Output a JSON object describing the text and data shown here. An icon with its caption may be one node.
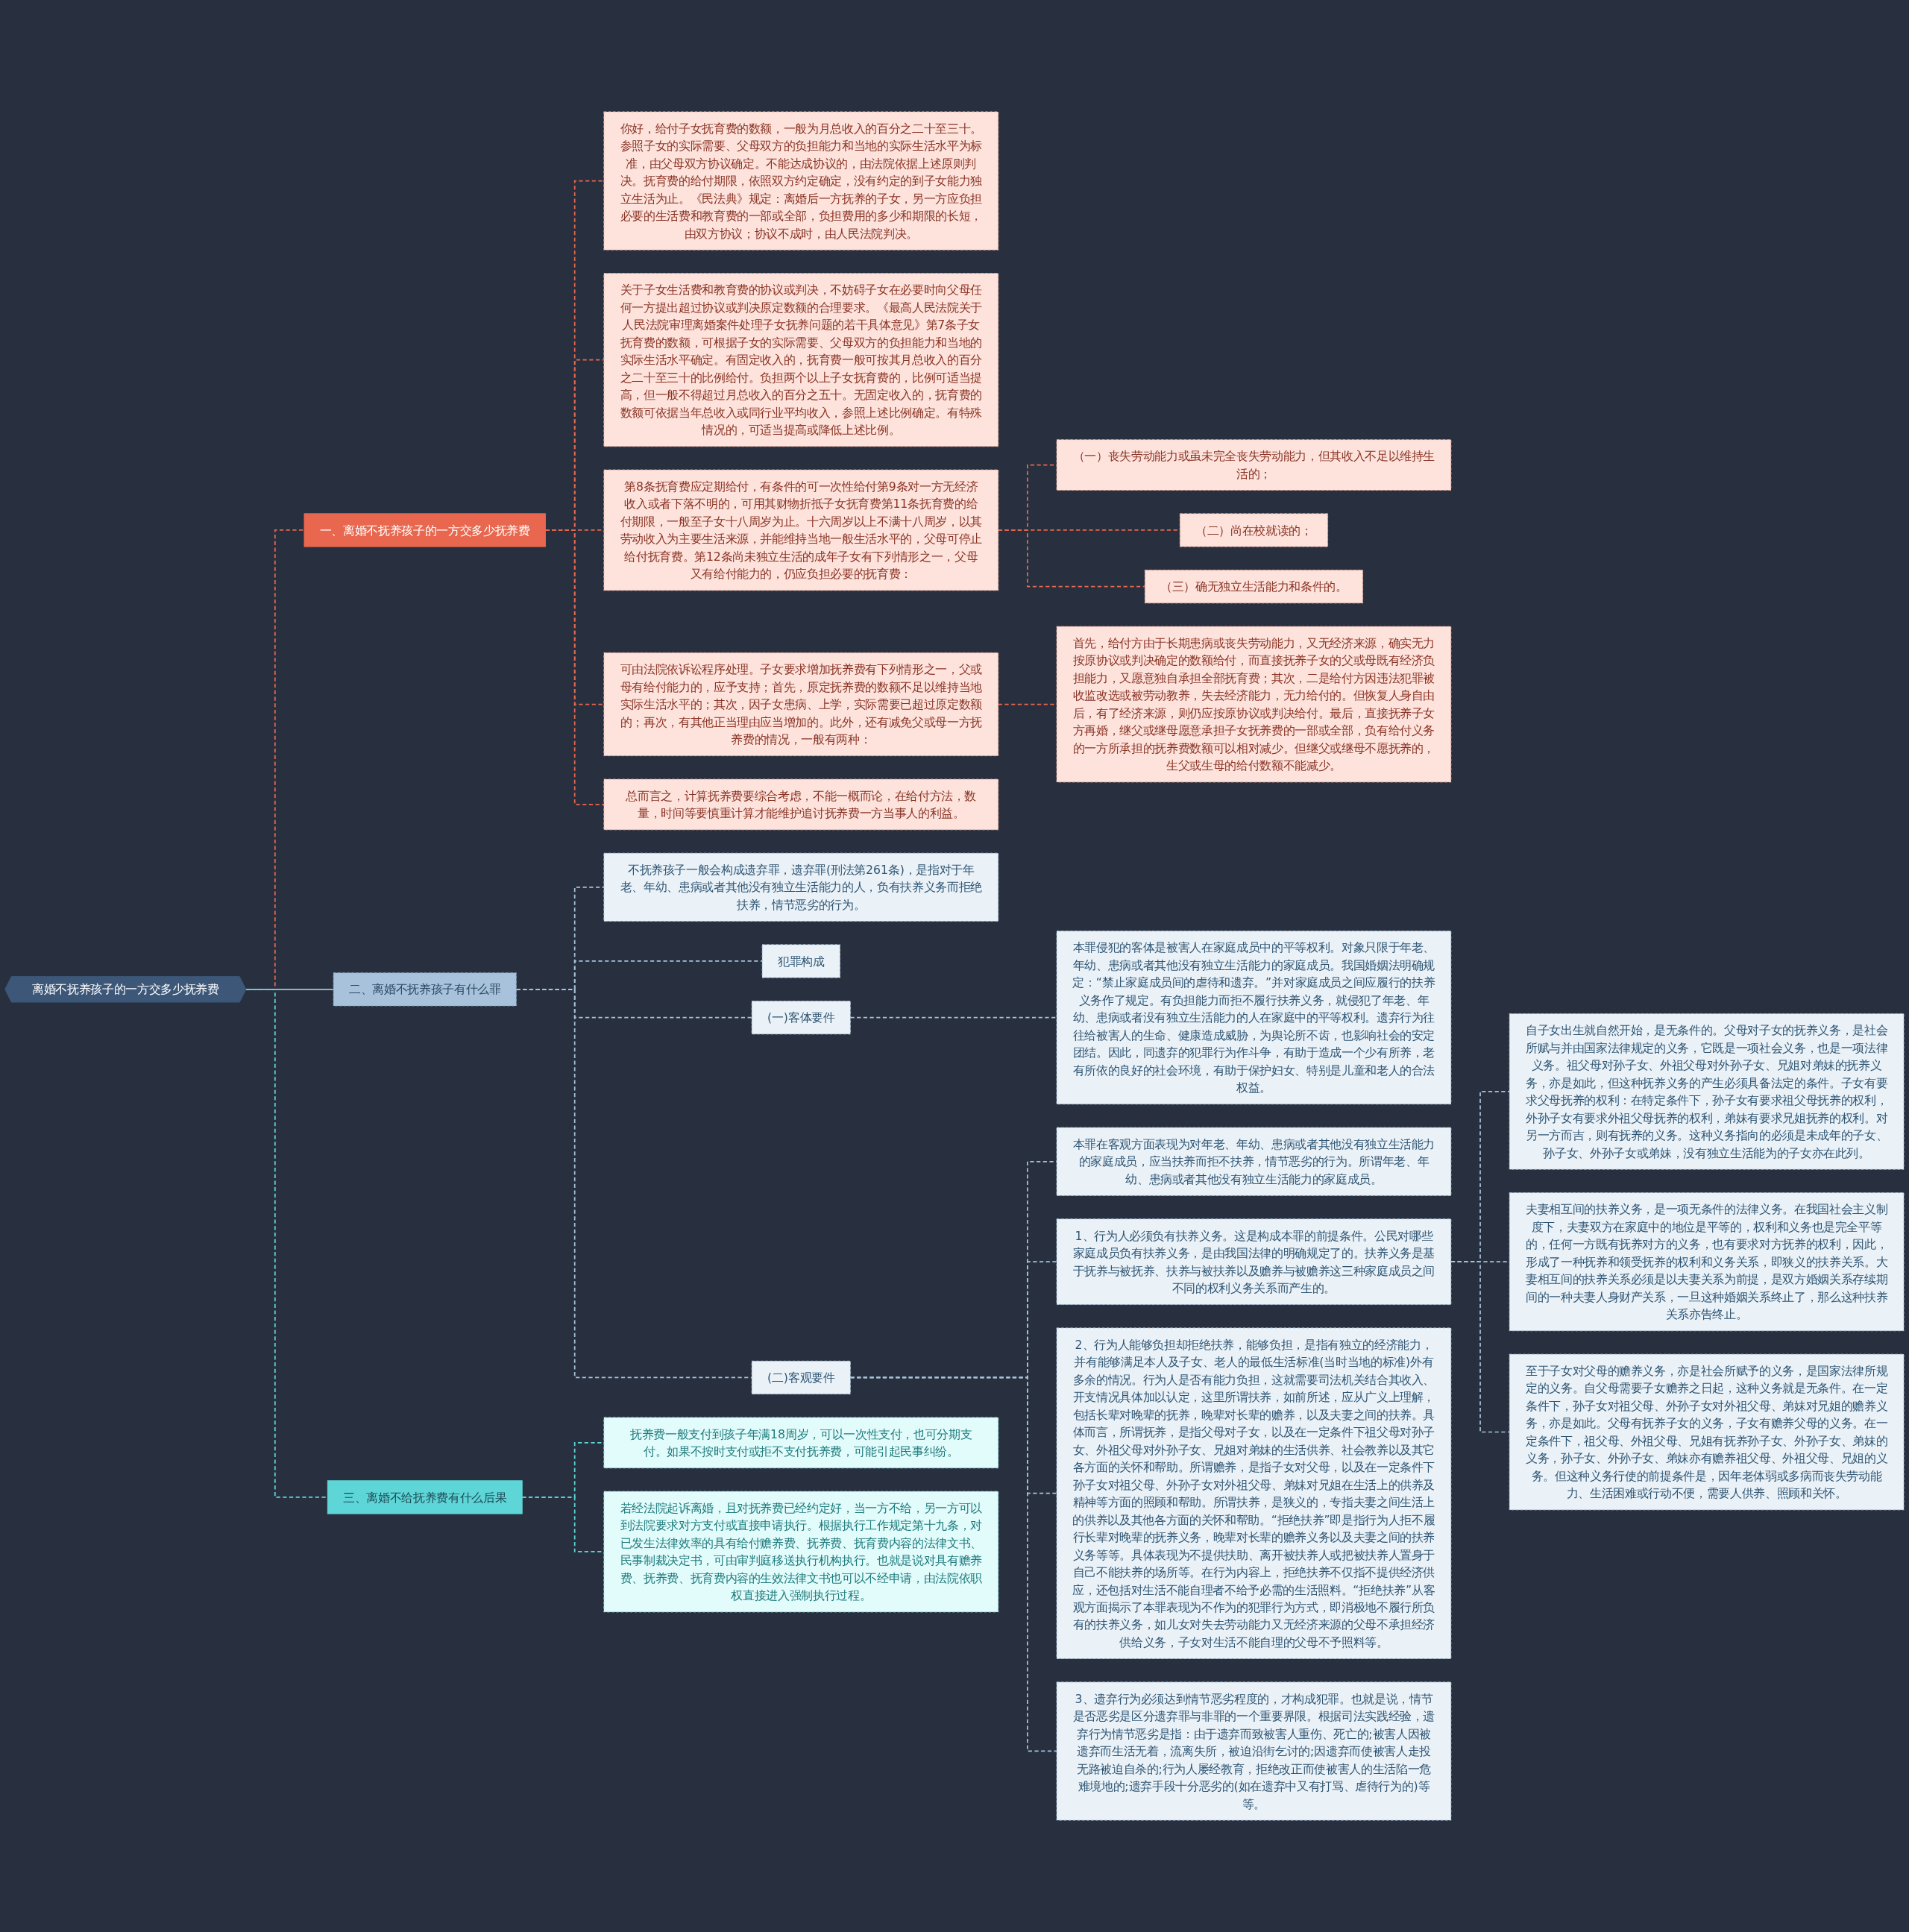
{
  "diagram": {
    "nodes": [
      {
        "text": [
          "离婚不抚养孩子的一方交多少抚养费"
        ]
      },
      {
        "text": [
          "一、离婚不抚养孩子的一方交多少抚养费"
        ]
      },
      {
        "text": [
          "你好，给付子女抚育费的数额，一般为月总收入的百分之二十至三十。参照子女的实际需要、父母双方的负担能力和当地的实际生活水平为标准，由父母双方协议确定。不能达成协议的，由法院依据上述原则判决。抚育费的给付期限，依照双方约定确定，没有约定的到子女能力独立生活为止。《民法典》规定：离婚后一方抚养的子女，另一方应负担必要的生活费和教育费的一部或全部，负担费用的多少和期限的长短，由双方协议；协议不成时，由人民法院判决。"
        ]
      },
      {
        "text": [
          "关于子女生活费和教育费的协议或判决，不妨碍子女在必要时向父母任何一方提出超过协议或判决原定数额的合理要求。《最高人民法院关于人民法院审理离婚案件处理子女抚养问题的若干具体意见》第7条子女抚育费的数额，可根据子女的实际需要、父母双方的负担能力和当地的实际生活水平确定。有固定收入的，抚育费一般可按其月总收入的百分之二十至三十的比例给付。负担两个以上子女抚育费的，比例可适当提高，但一般不得超过月总收入的百分之五十。无固定收入的，抚育费的数额可依据当年总收入或同行业平均收入，参照上述比例确定。有特殊情况的，可适当提高或降低上述比例。"
        ]
      },
      {
        "text": [
          "第8条抚育费应定期给付，有条件的可一次性给付第9条对一方无经济收入或者下落不明的，可用其财物折抵子女抚育费第11条抚育费的给付期限，一般至子女十八周岁为止。十六周岁以上不满十八周岁，以其劳动收入为主要生活来源，并能维持当地一般生活水平的，父母可停止给付抚育费。第12条尚未独立生活的成年子女有下列情形之一，父母又有给付能力的，仍应负担必要的抚育费："
        ]
      },
      {
        "text": [
          "（一）丧失劳动能力或虽未完全丧失劳动能力，但其收入不足以维持生活的；"
        ]
      },
      {
        "text": [
          "（二）尚在校就读的；"
        ]
      },
      {
        "text": [
          "（三）确无独立生活能力和条件的。"
        ]
      },
      {
        "text": [
          "可由法院依诉讼程序处理。子女要求增加抚养费有下列情形之一，父或母有给付能力的，应予支持；首先，原定抚养费的数额不足以维持当地实际生活水平的；其次，因子女患病、上学，实际需要已超过原定数额的；再次，有其他正当理由应当增加的。此外，还有减免父或母一方抚养费的情况，一般有两种："
        ]
      },
      {
        "text": [
          "首先，给付方由于长期患病或丧失劳动能力，又无经济来源，确实无力按原协议或判决确定的数额给付，而直接抚养子女的父或母既有经济负担能力，又愿意独自承担全部抚育费；其次，二是给付方因违法犯罪被收监改选或被劳动教养，失去经济能力，无力给付的。但恢复人身自由后，有了经济来源，则仍应按原协议或判决给付。最后，直接抚养子女方再婚，继父或继母愿意承担子女抚养费的一部或全部，负有给付义务的一方所承担的抚养费数额可以相对减少。但继父或继母不愿抚养的，生父或生母的给付数额不能减少。"
        ]
      },
      {
        "text": [
          "总而言之，计算抚养费要综合考虑，不能一概而论，在给付方法，数量，时间等要慎重计算才能维护追讨抚养费一方当事人的利益。"
        ]
      },
      {
        "text": [
          "二、离婚不抚养孩子有什么罪"
        ]
      },
      {
        "text": [
          "不抚养孩子一般会构成遗弃罪，遗弃罪(刑法第261条)，是指对于年老、年幼、患病或者其他没有独立生活能力的人，负有扶养义务而拒绝扶养，情节恶劣的行为。"
        ]
      },
      {
        "text": [
          "犯罪构成"
        ]
      },
      {
        "text": [
          "(一)客体要件"
        ]
      },
      {
        "text": [
          "本罪侵犯的客体是被害人在家庭成员中的平等权利。对象只限于年老、年幼、患病或者其他没有独立生活能力的家庭成员。我国婚姻法明确规定：“禁止家庭成员间的虐待和遗弃。”并对家庭成员之间应履行的扶养义务作了规定。有负担能力而拒不履行扶养义务，就侵犯了年老、年幼、患病或者没有独立生活能力的人在家庭中的平等权利。遗弃行为往往给被害人的生命、健康造成威胁，为舆论所不齿，也影响社会的安定团结。因此，同遗弃的犯罪行为作斗争，有助于造成一个少有所养，老有所依的良好的社会环境，有助于保护妇女、特别是儿童和老人的合法权益。"
        ]
      },
      {
        "text": [
          "(二)客观要件"
        ]
      },
      {
        "text": [
          "本罪在客观方面表现为对年老、年幼、患病或者其他没有独立生活能力的家庭成员，应当扶养而拒不扶养，情节恶劣的行为。所谓年老、年幼、患病或者其他没有独立生活能力的家庭成员。"
        ]
      },
      {
        "text": [
          "1、行为人必须负有扶养义务。这是构成本罪的前提条件。公民对哪些家庭成员负有扶养义务，是由我国法律的明确规定了的。扶养义务是基于抚养与被抚养、扶养与被扶养以及赡养与被赡养这三种家庭成员之间不同的权利义务关系而产生的。"
        ]
      },
      {
        "text": [
          "自子女出生就自然开始，是无条件的。父母对子女的抚养义务，是社会所赋与并由国家法律规定的义务，它既是一项社会义务，也是一项法律义务。祖父母对孙子女、外祖父母对外孙子女、兄姐对弟妹的抚养义务，亦是如此，但这种抚养义务的产生必须具备法定的条件。子女有要求父母抚养的权利：在特定条件下，孙子女有要求祖父母抚养的权利，外孙子女有要求外祖父母抚养的权利，弟妹有要求兄姐抚养的权利。对另一方而吉，则有抚养的义务。这种义务指向的必须是未成年的子女、孙子女、外孙子女或弟妹，没有独立生活能为的子女亦在此列。"
        ]
      },
      {
        "text": [
          "夫妻相互间的扶养义务，是一项无条件的法律义务。在我国社会主义制度下，夫妻双方在家庭中的地位是平等的，权利和义务也是完全平等的，任何一方既有抚养对方的义务，也有要求对方抚养的权利，因此，形成了一种抚养和领受抚养的权利和义务关系，即狭义的扶养关系。大妻相互间的扶养关系必须是以夫妻关系为前提，是双方婚姻关系存续期间的一种夫妻人身财产关系，一旦这种婚姻关系终止了，那么这种扶养关系亦告终止。"
        ]
      },
      {
        "text": [
          "至于子女对父母的赡养义务，亦是社会所赋予的义务，是国家法律所规定的义务。自父母需要子女赡养之日起，这种义务就是无条件。在一定条件下，孙子女对祖父母、外孙子女对外祖父母、弟妹对兄姐的赡养义务，亦是如此。父母有抚养子女的义务，子女有赡养父母的义务。在一定条件下，祖父母、外祖父母、兄姐有抚养孙子女、外孙子女、弟妹的义务，孙子女、外孙子女、弟妹亦有赡养祖父母、外祖父母、兄姐的义务。但这种义务行使的前提条件是，因年老体弱或多病而丧失劳动能力、生活困难或行动不便，需要人供养、照顾和关怀。"
        ]
      },
      {
        "text": [
          "2、行为人能够负担却拒绝扶养，能够负担，是指有独立的经济能力，并有能够满足本人及子女、老人的最低生活标准(当时当地的标准)外有多余的情况。行为人是否有能力负担，这就需要司法机关结合其收入、开支情况具体加以认定，这里所谓扶养，如前所述，应从广义上理解，包括长辈对晚辈的抚养，晚辈对长辈的赡养，以及夫妻之间的扶养。具体而言，所谓抚养，是指父母对子女，以及在一定条件下祖父母对孙子女、外祖父母对外孙子女、兄姐对弟妹的生活供养、社会教养以及其它各方面的关怀和帮助。所谓赡养，是指子女对父母，以及在一定条件下孙子女对祖父母、外孙子女对外祖父母、弟妹对兄姐在生活上的供养及精神等方面的照顾和帮助。所谓扶养，是狭义的，专指夫妻之间生活上的供养以及其他各方面的关怀和帮助。“拒绝扶养”即是指行为人拒不履行长辈对晚辈的抚养义务，晚辈对长辈的赡养义务以及夫妻之间的扶养义务等等。具体表现为不提供扶助、离开被扶养人或把被扶养人置身于自己不能扶养的场所等。在行为内容上，拒绝扶养不仅指不提供经济供应，还包括对生活不能自理者不给予必需的生活照料。“拒绝扶养”从客观方面揭示了本罪表现为不作为的犯罪行为方式，即消极地不履行所负有的扶养义务，如儿女对失去劳动能力又无经济来源的父母不承担经济供给义务，子女对生活不能自理的父母不予照料等。"
        ]
      },
      {
        "text": [
          "3、遗弃行为必须达到情节恶劣程度的，才构成犯罪。也就是说，情节是否恶劣是区分遗弃罪与非罪的一个重要界限。根据司法实践经验，遗弃行为情节恶劣是指：由于遗弃而致被害人重伤、死亡的;被害人因被遗弃而生活无着，流离失所，被迫沿街乞讨的;因遗弃而使被害人走投无路被迫自杀的;行为人屡经教育，拒绝改正而使被害人的生活陷一危难境地的;遗弃手段十分恶劣的(如在遗弃中又有打骂、虐待行为的)等等。"
        ]
      },
      {
        "text": [
          "三、离婚不给抚养费有什么后果"
        ]
      },
      {
        "text": [
          "抚养费一般支付到孩子年满18周岁，可以一次性支付，也可分期支付。如果不按时支付或拒不支付抚养费，可能引起民事纠纷。"
        ]
      },
      {
        "text": [
          "若经法院起诉离婚，且对抚养费已经约定好，当一方不给，另一方可以到法院要求对方支付或直接申请执行。根据执行工作规定第十九条，对已发生法律效率的具有给付赡养费、抚养费、抚育费内容的法律文书、民事制裁决定书，可由审判庭移送执行机构执行。也就是说对具有赡养费、抚养费、抚育费内容的生效法律文书也可以不经申请，由法院依职权直接进入强制执行过程。"
        ]
      }
    ],
    "edges": [
      {
        "from": 0,
        "to": 1,
        "arrow": "none",
        "style": "dashed",
        "color": "#e8674e"
      },
      {
        "from": 1,
        "to": 2,
        "arrow": "none",
        "style": "dashed",
        "color": "#e8674e"
      },
      {
        "from": 1,
        "to": 3,
        "arrow": "none",
        "style": "dashed",
        "color": "#e8674e"
      },
      {
        "from": 1,
        "to": 4,
        "arrow": "none",
        "style": "dashed",
        "color": "#e8674e"
      },
      {
        "from": 4,
        "to": 5,
        "arrow": "none",
        "style": "dashed",
        "color": "#e8674e"
      },
      {
        "from": 4,
        "to": 6,
        "arrow": "none",
        "style": "dashed",
        "color": "#e8674e"
      },
      {
        "from": 4,
        "to": 7,
        "arrow": "none",
        "style": "dashed",
        "color": "#e8674e"
      },
      {
        "from": 1,
        "to": 8,
        "arrow": "none",
        "style": "dashed",
        "color": "#e8674e"
      },
      {
        "from": 8,
        "to": 9,
        "arrow": "none",
        "style": "dashed",
        "color": "#e8674e"
      },
      {
        "from": 1,
        "to": 10,
        "arrow": "none",
        "style": "dashed",
        "color": "#e8674e"
      },
      {
        "from": 0,
        "to": 11,
        "arrow": "none"
      },
      {
        "from": 11,
        "to": 12,
        "arrow": "none",
        "style": "dashed"
      },
      {
        "from": 11,
        "to": 13,
        "arrow": "none",
        "style": "dashed"
      },
      {
        "from": 11,
        "to": 14,
        "arrow": "none",
        "style": "dashed"
      },
      {
        "from": 14,
        "to": 15,
        "arrow": "none",
        "style": "dashed"
      },
      {
        "from": 11,
        "to": 16,
        "arrow": "none",
        "style": "dashed"
      },
      {
        "from": 16,
        "to": 17,
        "arrow": "none",
        "style": "dashed"
      },
      {
        "from": 16,
        "to": 18,
        "arrow": "none",
        "style": "dashed"
      },
      {
        "from": 18,
        "to": 19,
        "arrow": "none",
        "style": "dashed"
      },
      {
        "from": 18,
        "to": 20,
        "arrow": "none",
        "style": "dashed"
      },
      {
        "from": 18,
        "to": 21,
        "arrow": "none",
        "style": "dashed"
      },
      {
        "from": 16,
        "to": 22,
        "arrow": "none",
        "style": "dashed"
      },
      {
        "from": 16,
        "to": 23,
        "arrow": "none",
        "style": "dashed"
      },
      {
        "from": 0,
        "to": 24,
        "arrow": "none",
        "style": "dashed",
        "color": "#5ed6d8"
      },
      {
        "from": 24,
        "to": 25,
        "arrow": "none",
        "style": "dashed",
        "color": "#5ed6d8"
      },
      {
        "from": 24,
        "to": 26,
        "arrow": "none",
        "style": "dashed",
        "color": "#5ed6d8"
      }
    ]
  }
}
